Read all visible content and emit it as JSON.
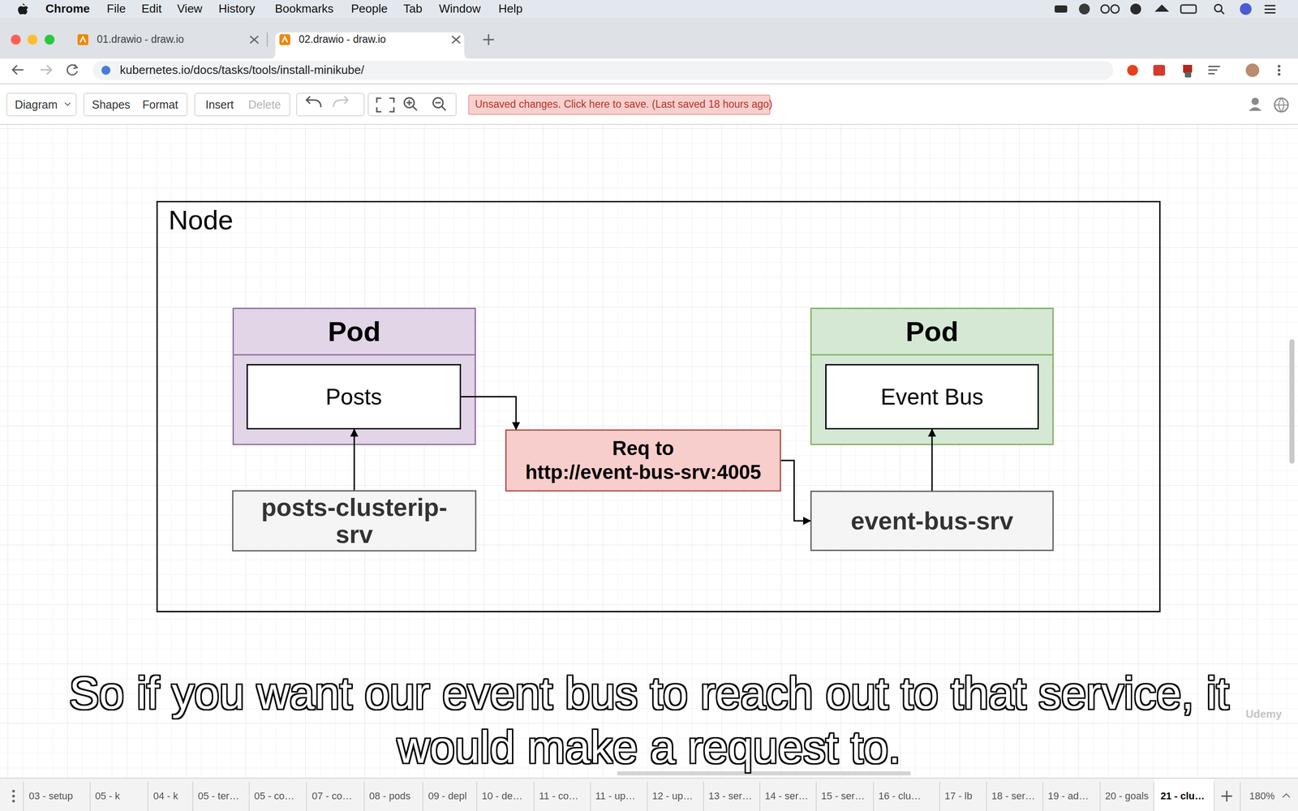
{
  "diagram": {
    "nodes": [
      {
        "text": [
          "Node"
        ]
      },
      {
        "text": [
          "Pod"
        ],
        "in": 0
      },
      {
        "text": [
          "Posts"
        ],
        "in": 1
      },
      {
        "text": [
          "Pod"
        ],
        "in": 0
      },
      {
        "text": [
          "Event Bus"
        ],
        "in": 3
      },
      {
        "text": [
          "Req to http://event-bus-srv:4005"
        ],
        "in": 0
      },
      {
        "text": [
          "posts-clusterip-srv"
        ],
        "in": 0
      },
      {
        "text": [
          "event-bus-srv"
        ],
        "in": 0
      }
    ],
    "edges": [
      {
        "from": 6,
        "to": 2,
        "arrow": "to"
      },
      {
        "from": 7,
        "to": 4,
        "arrow": "to"
      },
      {
        "from": 2,
        "to": 5,
        "arrow": "to"
      },
      {
        "from": 5,
        "to": 7,
        "arrow": "to"
      }
    ],
    "labels": [
      "Chrome",
      "File",
      "Edit",
      "View",
      "History",
      "Bookmarks",
      "People",
      "Tab",
      "Window",
      "Help",
      "01.drawio - draw.io",
      "02.drawio - draw.io",
      "kubernetes.io/docs/tasks/tools/install-minikube/",
      "Diagram",
      "Shapes",
      "Format",
      "Insert",
      "Delete",
      "Unsaved changes. Click here to save. (Last saved 18 hours ago)",
      "So if you want our event bus to reach out to that service, it would make a request to.",
      "Udemy",
      "03 - setup",
      "05 - k",
      "04 - k",
      "05 - ter…",
      "05 - co…",
      "07 - co…",
      "08 - pods",
      "09 - depl",
      "10 - de…",
      "11 - co…",
      "11 - up…",
      "12 - up…",
      "13 - ser…",
      "14 - ser…",
      "15 - ser…",
      "16 - clu…",
      "17 - lb",
      "18 - ser…",
      "19 - ad…",
      "20 - goals",
      "21 - clu…",
      "180%"
    ]
  }
}
